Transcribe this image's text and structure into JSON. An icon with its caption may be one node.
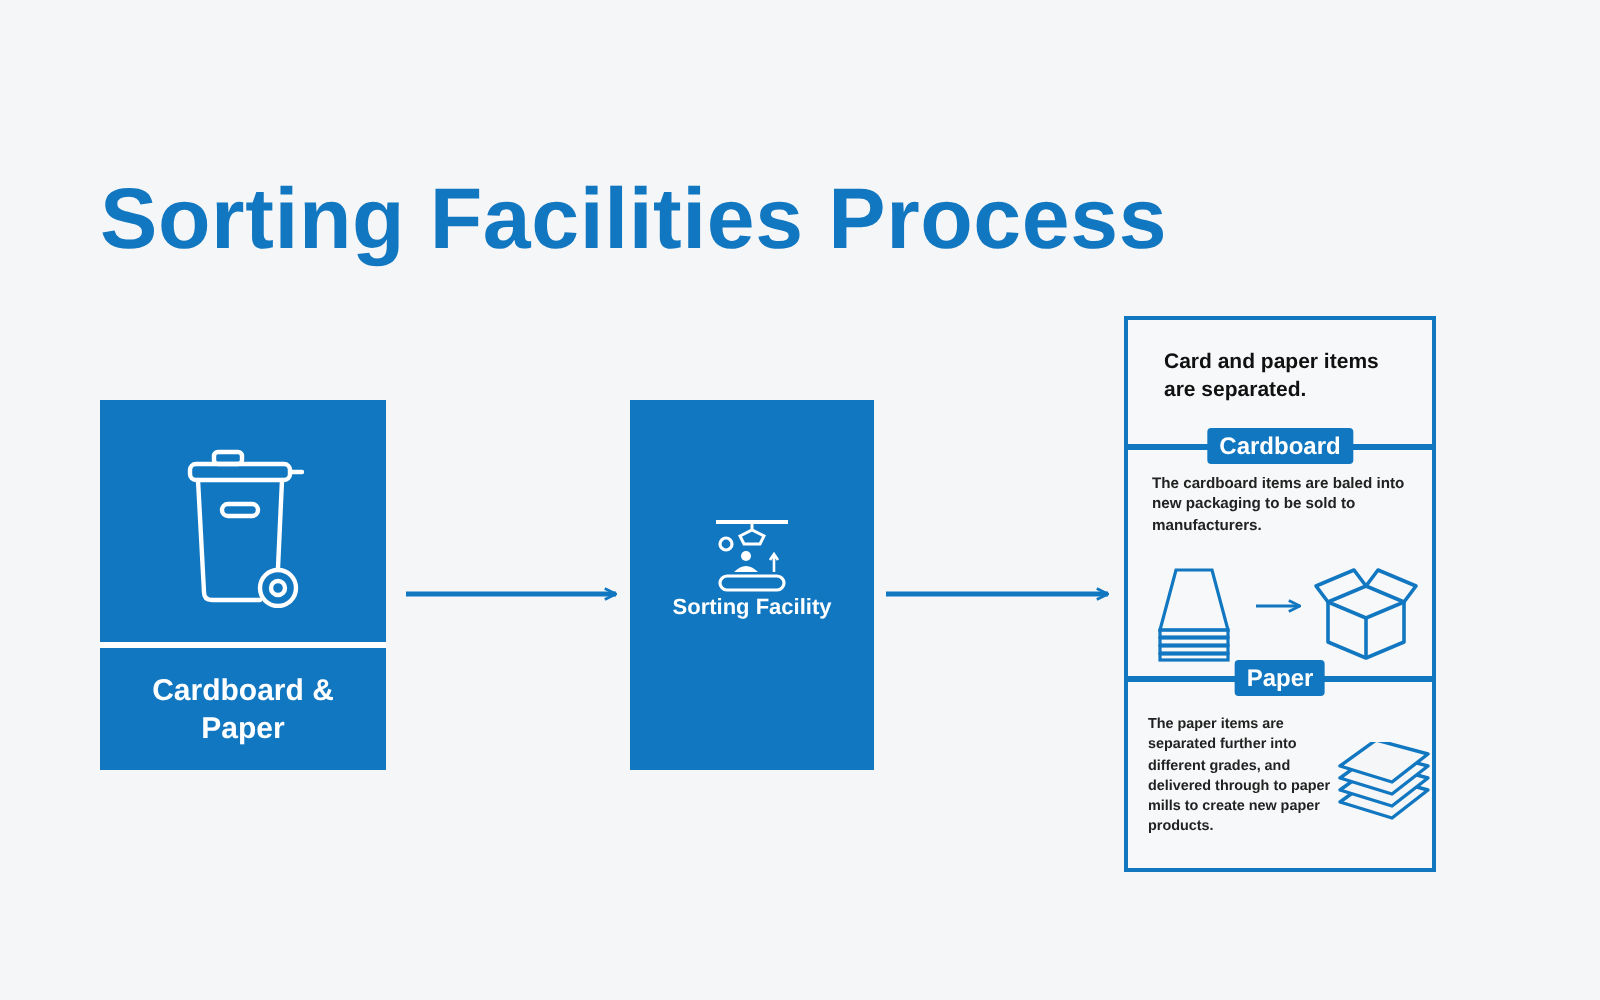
{
  "diagram": {
    "title": "Sorting Facilities Process",
    "nodes": [
      {
        "text": [
          "Cardboard & Paper"
        ]
      },
      {
        "text": [
          "Sorting Facility"
        ]
      },
      {
        "text": [
          "Card and paper items are separated."
        ]
      },
      {
        "text": [
          "Cardboard",
          "The cardboard items are baled into new packaging to be sold to manufacturers."
        ],
        "in": 2
      },
      {
        "text": [
          "Paper",
          "The paper items are separated further into different grades, and delivered through to paper mills to create new paper products."
        ],
        "in": 2
      },
      {
        "text": [],
        "shape": "picture",
        "in": 3
      },
      {
        "text": [],
        "shape": "picture",
        "in": 3
      }
    ],
    "edges": [
      {
        "from": 0,
        "to": 1,
        "arrow": "to"
      },
      {
        "from": 1,
        "to": 2,
        "arrow": "to"
      },
      {
        "from": 5,
        "to": 6,
        "arrow": "to"
      }
    ]
  }
}
